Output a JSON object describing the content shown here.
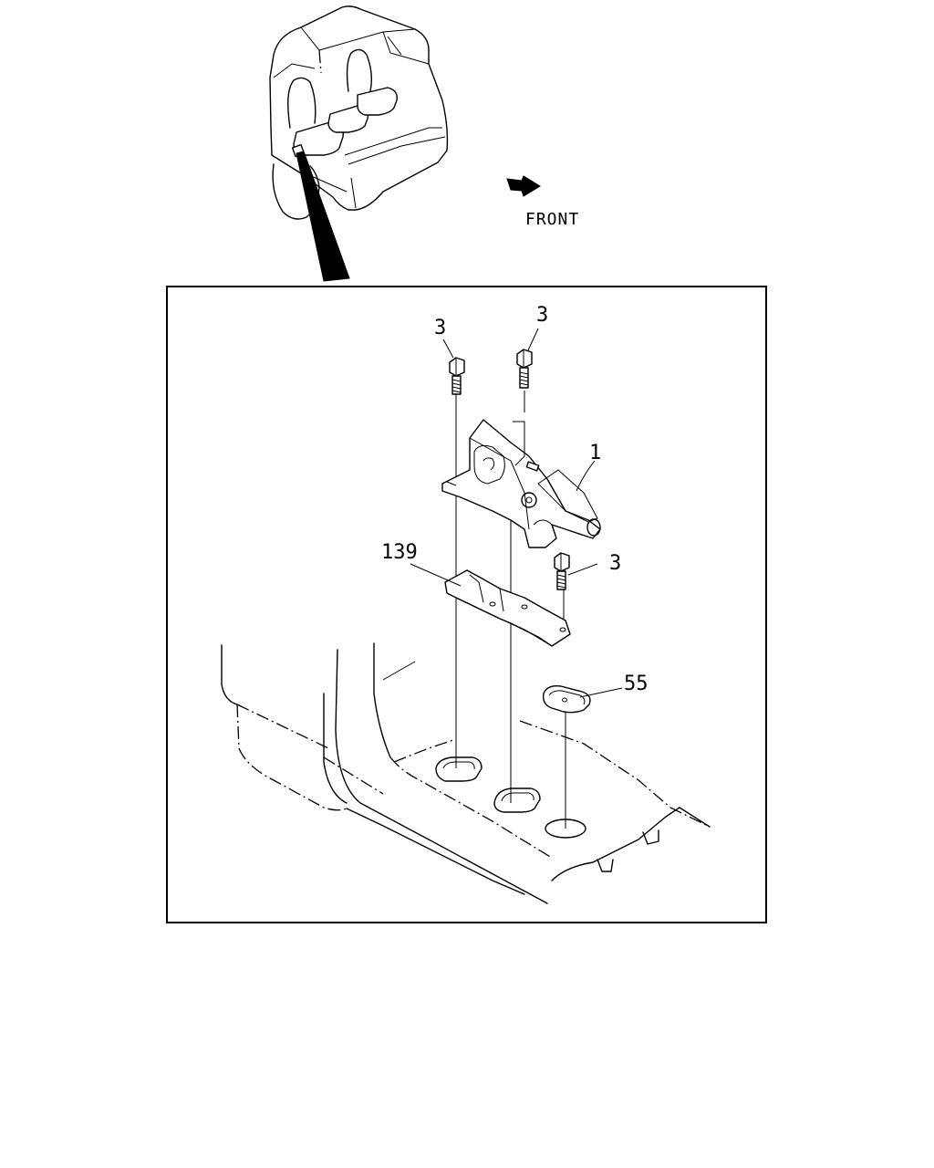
{
  "orientation": {
    "label": "FRONT",
    "arrow_icon": "front-direction-arrow-icon"
  },
  "callouts": {
    "bolt_top_left": "3",
    "bolt_top_right": "3",
    "parking_brake_lever": "1",
    "bracket": "139",
    "bolt_lower": "3",
    "grommet": "55"
  },
  "colors": {
    "line": "#000000",
    "background": "#ffffff"
  }
}
